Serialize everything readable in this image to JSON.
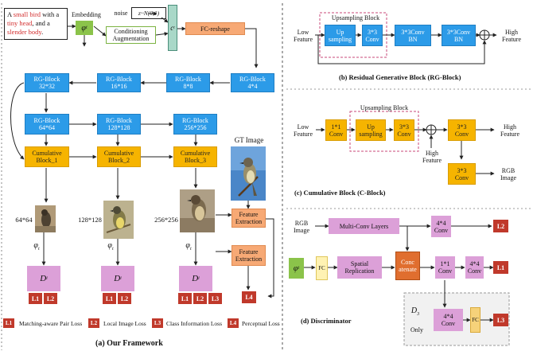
{
  "framework": {
    "text_parts": [
      "A ",
      "small bird",
      " with a ",
      "tiny head",
      ", and a ",
      "slender body",
      "."
    ],
    "embedding": "Embedding",
    "phi": "φ",
    "phi_sub": "t",
    "noise": "noise",
    "noise_dist": "z~N(0,1)",
    "c": "c",
    "c_sub": "t",
    "conditioning": "Conditioning\nAugmentation",
    "fc_reshape": "FC-reshape",
    "rg_blocks": [
      "RG-Block\n4*4",
      "RG-Block\n8*8",
      "RG-Block\n16*16",
      "RG-Block\n32*32",
      "RG-Block\n64*64",
      "RG-Block\n128*128",
      "RG-Block\n256*256"
    ],
    "cumulative": [
      "Cumulative\nBlock_1",
      "Cumulative\nBlock_2",
      "Cumulative\nBlock_3"
    ],
    "resolutions": [
      "64*64",
      "128*128",
      "256*256"
    ],
    "gt_image": "GT Image",
    "feature_extraction": "Feature\nExtraction",
    "d_label": "D",
    "d_sub": "i",
    "loss_chips": [
      "L1",
      "L2",
      "L3",
      "L4"
    ],
    "legend": [
      "Matching-aware Pair Loss",
      "Local Image Loss",
      "Class Information Loss",
      "Perceptual Loss"
    ],
    "caption": "(a) Our Framework"
  },
  "rg_block": {
    "caption": "(b) Residual Generative Block (RG-Block)",
    "low_feature": "Low\nFeature",
    "upsampling_block": "Upsampling Block",
    "up_sampling": "Up\nsampling",
    "conv33": "3*3\nConv",
    "conv_bn": "3*3Conv\nBN",
    "high_feature": "High\nFeature"
  },
  "c_block": {
    "caption": "(c) Cumulative Block (C-Block)",
    "low_feature": "Low\nFeature",
    "upsampling_block": "Upsampling Block",
    "conv11": "1*1\nConv",
    "up_sampling": "Up\nsampling",
    "conv33": "3*3\nConv",
    "high_feature_in": "High\nFeature",
    "high_feature_out": "High\nFeature",
    "rgb_image": "RGB\nImage"
  },
  "discriminator": {
    "caption": "(d) Discriminator",
    "rgb_image": "RGB\nImage",
    "multi_conv": "Multi-Conv Layers",
    "conv44": "4*4\nConv",
    "phi": "φ",
    "phi_sub": "t",
    "fc": "FC",
    "spatial": "Spatial\nReplication",
    "concat": "Conc\natenate",
    "conv11": "1*1\nConv",
    "d3_only": "D",
    "d3_sub": "3",
    "only": "Only",
    "loss_chips": [
      "L2",
      "L1",
      "L3"
    ]
  }
}
